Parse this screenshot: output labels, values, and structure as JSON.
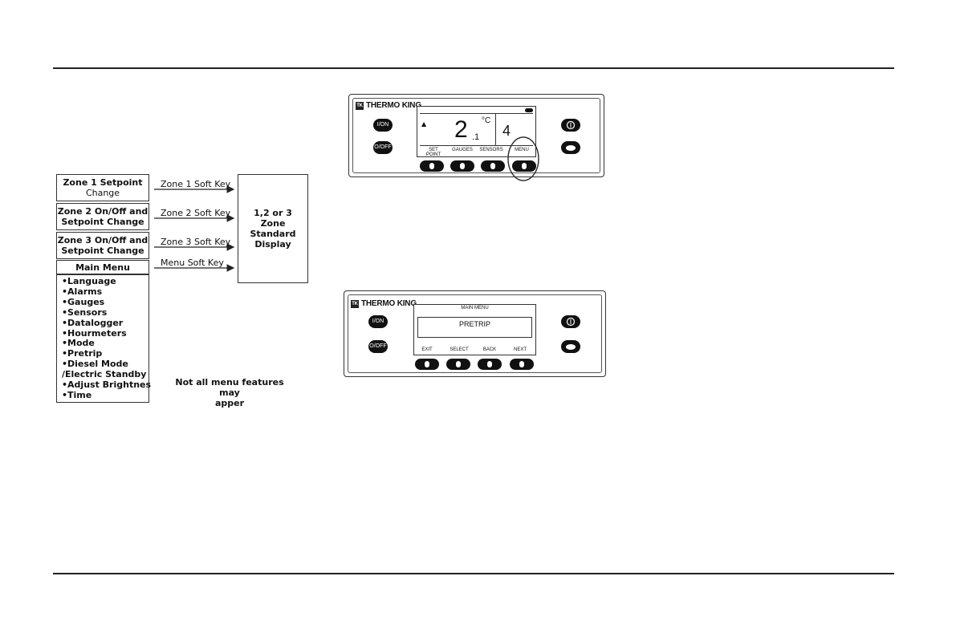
{
  "flow": {
    "zone1": {
      "line1": "Zone 1 Setpoint",
      "line2": "Change",
      "key": "Zone 1 Soft Key"
    },
    "zone2": {
      "line1": "Zone 2 On/Off and",
      "line2": "Setpoint Change",
      "key": "Zone 2 Soft Key"
    },
    "zone3": {
      "line1": "Zone 3 On/Off and",
      "line2": "Setpoint Change",
      "key": "Zone 3 Soft Key"
    },
    "main_menu": {
      "title": "Main Menu",
      "key": "Menu Soft Key"
    },
    "menu_items": [
      "•Language",
      "•Alarms",
      "•Gauges",
      "•Sensors",
      "•Datalogger",
      "•Hourmeters",
      "•Mode",
      "•Pretrip",
      "•Diesel Mode",
      "/Electric Standby",
      "•Adjust Brightnes",
      "•Time"
    ],
    "standard_display": {
      "line1": "1,2 or 3",
      "line2": "Zone",
      "line3": "Standard",
      "line4": "Display"
    },
    "note_line1": "Not all menu features may",
    "note_line2": "apper"
  },
  "panel_top": {
    "brand": "THERMO KING",
    "on_label": "I/ON",
    "off_label": "O/OFF",
    "temp_main": "2",
    "temp_decimal": ".1",
    "unit": "°C",
    "zone_value": "4",
    "softkeys": [
      "SET POINT",
      "GAUGES",
      "SENSORS",
      "MENU"
    ]
  },
  "panel_bottom": {
    "brand": "THERMO KING",
    "on_label": "I/ON",
    "off_label": "O/OFF",
    "screen_title": "MAIN MENU",
    "screen_value": "PRETRIP",
    "softkeys": [
      "EXIT",
      "SELECT",
      "BACK",
      "NEXT"
    ]
  }
}
